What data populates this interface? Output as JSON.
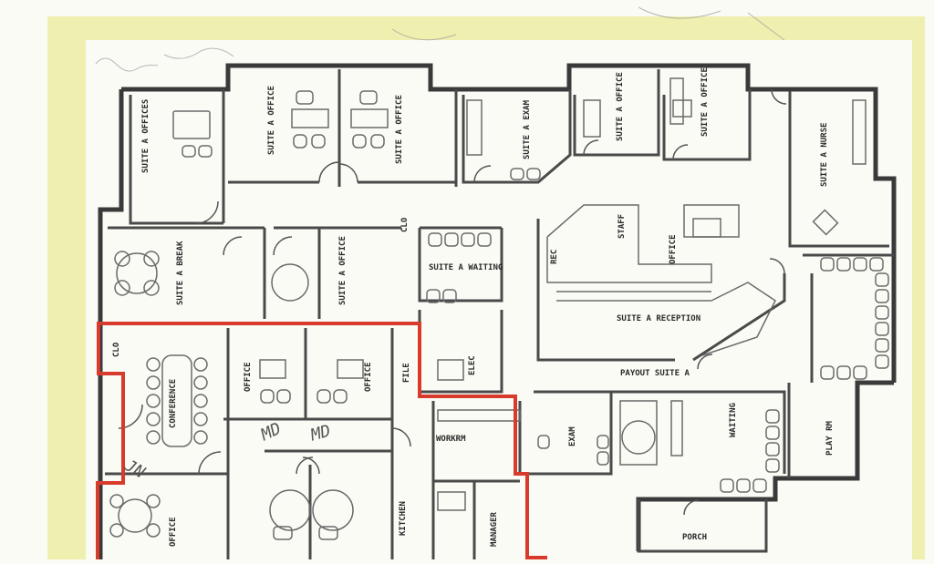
{
  "colors": {
    "paper": "#fbfbf6",
    "frame": "#efefb0",
    "wall": "#3a3a3a",
    "furniture": "#7a7a7a",
    "highlight": "#d83a2c",
    "pencil": "#555555"
  },
  "labels": {
    "suite_a_offices": "SUITE A OFFICES",
    "office_a": "OFFICE",
    "office_b": "OFFICE",
    "suite_a_office_1": "SUITE A OFFICE",
    "suite_a_office_2": "SUITE A OFFICE",
    "suite_a_exam": "SUITE A EXAM",
    "suite_a_office_3": "SUITE A OFFICE",
    "suite_a_nurse": "SUITE A NURSE",
    "suite_a_break": "SUITE A BREAK",
    "suite_a_office_4": "SUITE A OFFICE",
    "suite_a_waiting": "SUITE A WAITING",
    "suite_a_office_5": "SUITE A OFFICE",
    "suite_a_reception": "SUITE A RECEPTION",
    "payout_suite_a": "PAYOUT SUITE A",
    "conference": "CONFERENCE",
    "office_c": "OFFICE",
    "office_d": "OFFICE",
    "workroom": "WORKRM",
    "file": "FILE",
    "waiting": "WAITING",
    "kitchen": "KITCHEN",
    "manager": "MANAGER",
    "exam": "EXAM",
    "playroom": "PLAY RM",
    "porch": "PORCH",
    "records": "REC",
    "clo_1": "CLO",
    "clo_2": "CLO",
    "elec": "ELEC",
    "staff": "STAFF"
  },
  "annotations": {
    "md_1": "MD",
    "md_2": "MD",
    "jn": "JN"
  }
}
